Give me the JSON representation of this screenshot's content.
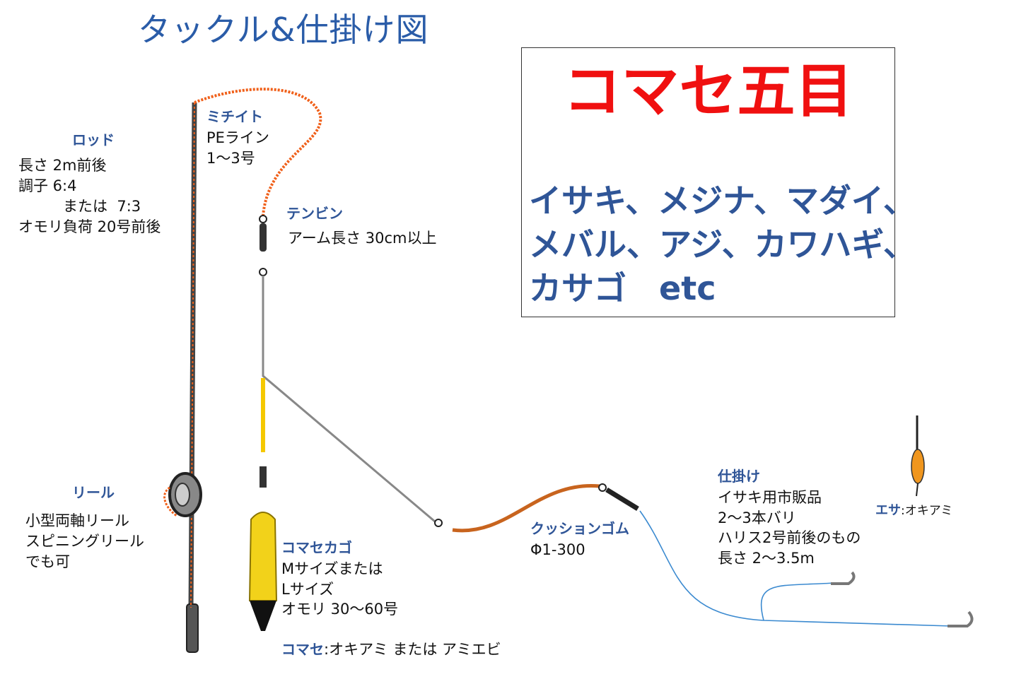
{
  "title": "タックル&仕掛け図",
  "box": {
    "title": "コマセ五目",
    "fish_lines": [
      "イサキ、メジナ、マダイ、",
      "メバル、アジ、カワハギ、",
      "カサゴ　etc"
    ]
  },
  "rod": {
    "heading": "ロッド",
    "lines": [
      "長さ  2m前後",
      "調子  6:4",
      "　　　または  7:3",
      "オモリ負荷  20号前後"
    ]
  },
  "line": {
    "heading": "ミチイト",
    "lines": [
      "PEライン",
      "1～3号"
    ]
  },
  "tenbin": {
    "heading": "テンビン",
    "lines": [
      "アーム長さ  30cm以上"
    ]
  },
  "reel": {
    "heading": "リール",
    "lines": [
      "小型両軸リール",
      "スピニングリール",
      "でも可"
    ]
  },
  "kago": {
    "heading": "コマセカゴ",
    "lines": [
      "Mサイズまたは",
      "Lサイズ",
      "オモリ  30～60号"
    ]
  },
  "komase": {
    "heading": "コマセ",
    "text": ":オキアミ または アミエビ"
  },
  "cushion": {
    "heading": "クッションゴム",
    "lines": [
      "Φ1-300"
    ]
  },
  "shikake": {
    "heading": "仕掛け",
    "lines": [
      "イサキ用市販品",
      "2～3本バリ",
      "ハリス2号前後のもの",
      "長さ  2～3.5m"
    ]
  },
  "esa": {
    "heading": "エサ",
    "text": ":オキアミ"
  },
  "colors": {
    "blue": "#2f5597",
    "red": "#f01010",
    "orange": "#f0601a"
  }
}
